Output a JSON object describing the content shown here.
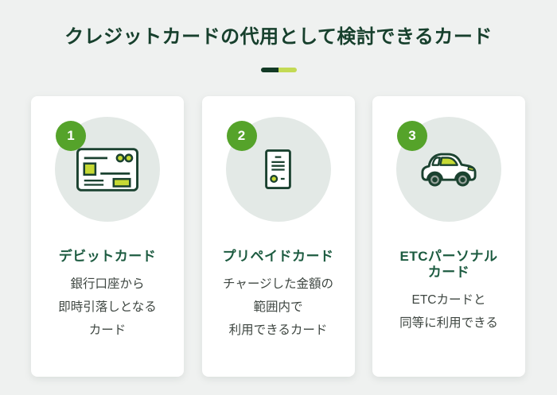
{
  "header": {
    "title": "クレジットカードの代用として検討できるカード",
    "divider": {
      "left_color": "#133a26",
      "right_color": "#c3da54"
    }
  },
  "colors": {
    "page_bg": "#eff1f0",
    "card_bg": "#ffffff",
    "circle_bg": "#e3e9e6",
    "badge_green": "#55a32a",
    "main_title_green": "#17402d",
    "card_title_green": "#1c5b40",
    "body_text": "#3f4742",
    "icon_stroke": "#1b4230",
    "icon_accent": "#c6d934"
  },
  "cards": [
    {
      "number": "1",
      "icon": "debit-card-icon",
      "title_lines": [
        "デビットカード"
      ],
      "description_lines": [
        "銀行口座から",
        "即時引落しとなる",
        "カード"
      ]
    },
    {
      "number": "2",
      "icon": "prepaid-card-icon",
      "title_lines": [
        "プリペイドカード"
      ],
      "description_lines": [
        "チャージした金額の",
        "範囲内で",
        "利用できるカード"
      ]
    },
    {
      "number": "3",
      "icon": "etc-personal-card-icon",
      "title_lines": [
        "ETCパーソナル",
        "カード"
      ],
      "description_lines": [
        "ETCカードと",
        "同等に利用できる"
      ]
    }
  ]
}
